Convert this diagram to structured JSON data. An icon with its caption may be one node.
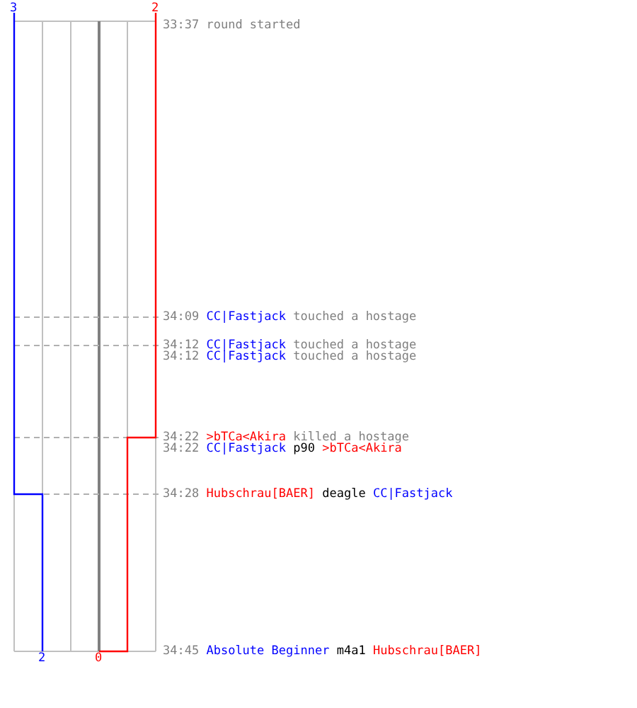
{
  "diagram": {
    "labels": [
      "3",
      "2",
      "33:37",
      "round started",
      "34:09",
      "CC|Fastjack",
      "touched a hostage",
      "34:12",
      "CC|Fastjack",
      "touched a hostage",
      "34:12",
      "CC|Fastjack",
      "touched a hostage",
      "34:22",
      ">bTCa<Akira",
      "killed a hostage",
      "34:22",
      "CC|Fastjack",
      "p90",
      ">bTCa<Akira",
      "34:28",
      "Hubschrau[BAER]",
      "deagle",
      "CC|Fastjack",
      "34:45",
      "Absolute Beginner",
      "m4a1",
      "Hubschrau[BAER]",
      "2",
      "0"
    ]
  }
}
